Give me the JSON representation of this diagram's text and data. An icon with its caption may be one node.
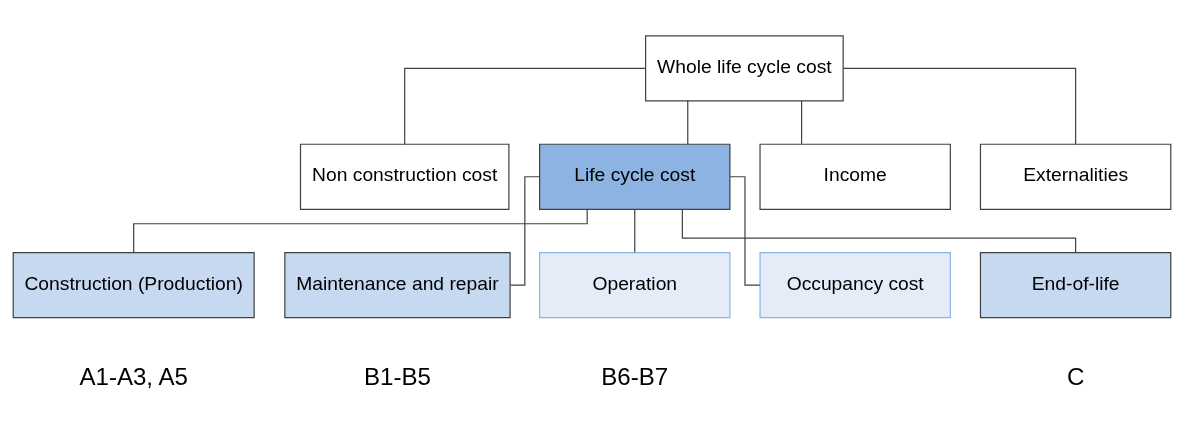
{
  "diagram": {
    "nodes": [
      {
        "text": [
          "Whole life cycle cost"
        ]
      },
      {
        "text": [
          "Non construction cost"
        ]
      },
      {
        "text": [
          "Life cycle cost"
        ]
      },
      {
        "text": [
          "Income"
        ]
      },
      {
        "text": [
          "Externalities"
        ]
      },
      {
        "text": [
          "Construction (Production)"
        ],
        "beside": [
          "A1-A3, A5"
        ]
      },
      {
        "text": [
          "Maintenance and repair"
        ],
        "beside": [
          "B1-B5"
        ]
      },
      {
        "text": [
          "Operation"
        ],
        "beside": [
          "B6-B7"
        ]
      },
      {
        "text": [
          "Occupancy cost"
        ]
      },
      {
        "text": [
          "End-of-life"
        ],
        "beside": [
          "C"
        ]
      }
    ],
    "edges": [
      {
        "from": 0,
        "to": 1,
        "arrow": "none"
      },
      {
        "from": 0,
        "to": 2,
        "arrow": "none"
      },
      {
        "from": 0,
        "to": 3,
        "arrow": "none"
      },
      {
        "from": 0,
        "to": 4,
        "arrow": "none"
      },
      {
        "from": 2,
        "to": 5,
        "arrow": "none"
      },
      {
        "from": 2,
        "to": 6,
        "arrow": "none"
      },
      {
        "from": 2,
        "to": 7,
        "arrow": "none"
      },
      {
        "from": 2,
        "to": 8,
        "arrow": "none"
      },
      {
        "from": 2,
        "to": 9,
        "arrow": "none"
      }
    ]
  }
}
